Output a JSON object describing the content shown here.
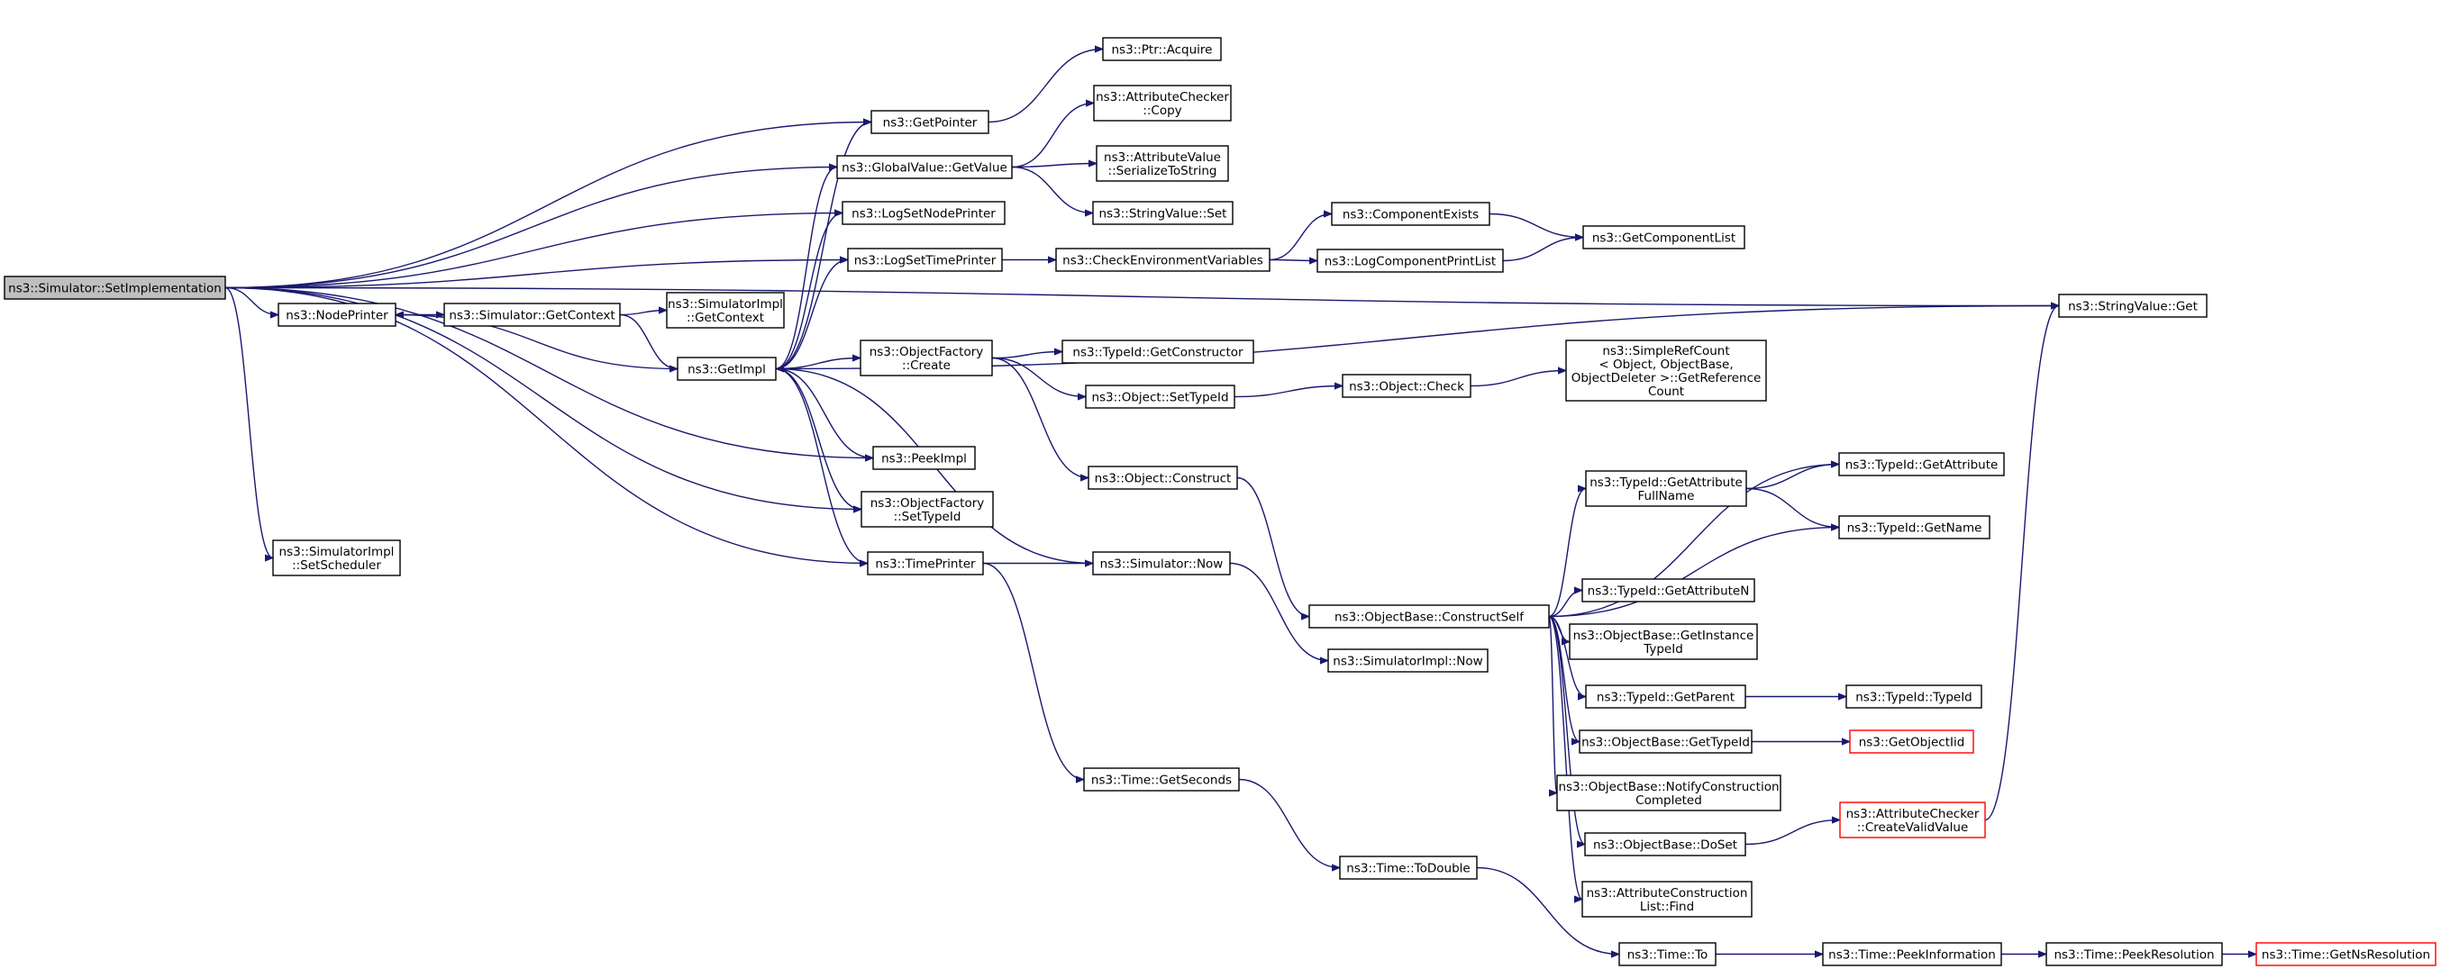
{
  "diagram": {
    "type": "call-graph",
    "colors": {
      "edge": "#191970",
      "root_fill": "#bfbfbf",
      "node_border": "#000000",
      "truncated_border": "#ff0000",
      "node_fill": "#ffffff"
    },
    "nodes": [
      {
        "id": "root",
        "lines": [
          "ns3::Simulator::SetImplementation"
        ],
        "style": "root"
      },
      {
        "id": "getpointer",
        "lines": [
          "ns3::GetPointer"
        ]
      },
      {
        "id": "ptracquire",
        "lines": [
          "ns3::Ptr::Acquire"
        ]
      },
      {
        "id": "globalvalue",
        "lines": [
          "ns3::GlobalValue::GetValue"
        ]
      },
      {
        "id": "attrcheckcopy",
        "lines": [
          "ns3::AttributeChecker",
          "::Copy"
        ]
      },
      {
        "id": "attrvalser",
        "lines": [
          "ns3::AttributeValue",
          "::SerializeToString"
        ]
      },
      {
        "id": "stringvalueset",
        "lines": [
          "ns3::StringValue::Set"
        ]
      },
      {
        "id": "lognodeprinter",
        "lines": [
          "ns3::LogSetNodePrinter"
        ]
      },
      {
        "id": "logtimeprinter",
        "lines": [
          "ns3::LogSetTimePrinter"
        ]
      },
      {
        "id": "checkenv",
        "lines": [
          "ns3::CheckEnvironmentVariables"
        ]
      },
      {
        "id": "compexists",
        "lines": [
          "ns3::ComponentExists"
        ]
      },
      {
        "id": "logcompprint",
        "lines": [
          "ns3::LogComponentPrintList"
        ]
      },
      {
        "id": "getcomplist",
        "lines": [
          "ns3::GetComponentList"
        ]
      },
      {
        "id": "stringvalueget",
        "lines": [
          "ns3::StringValue::Get"
        ]
      },
      {
        "id": "nodeprinter",
        "lines": [
          "ns3::NodePrinter"
        ]
      },
      {
        "id": "simgetcontext",
        "lines": [
          "ns3::Simulator::GetContext"
        ]
      },
      {
        "id": "simimplgetcontext",
        "lines": [
          "ns3::SimulatorImpl",
          "::GetContext"
        ]
      },
      {
        "id": "getimpl",
        "lines": [
          "ns3::GetImpl"
        ]
      },
      {
        "id": "objfactorycreate",
        "lines": [
          "ns3::ObjectFactory",
          "::Create"
        ]
      },
      {
        "id": "typeidgetconstructor",
        "lines": [
          "ns3::TypeId::GetConstructor"
        ]
      },
      {
        "id": "objectsettypeid",
        "lines": [
          "ns3::Object::SetTypeId"
        ]
      },
      {
        "id": "objectcheck",
        "lines": [
          "ns3::Object::Check"
        ]
      },
      {
        "id": "simplerefcount",
        "lines": [
          "ns3::SimpleRefCount",
          "< Object, ObjectBase,",
          " ObjectDeleter >::GetReference",
          "Count"
        ]
      },
      {
        "id": "objectconstruct",
        "lines": [
          "ns3::Object::Construct"
        ]
      },
      {
        "id": "peekimpl",
        "lines": [
          "ns3::PeekImpl"
        ]
      },
      {
        "id": "objfactorysettypeid",
        "lines": [
          "ns3::ObjectFactory",
          "::SetTypeId"
        ]
      },
      {
        "id": "simimplsetscheduler",
        "lines": [
          "ns3::SimulatorImpl",
          "::SetScheduler"
        ]
      },
      {
        "id": "timeprinter",
        "lines": [
          "ns3::TimePrinter"
        ]
      },
      {
        "id": "simnow",
        "lines": [
          "ns3::Simulator::Now"
        ]
      },
      {
        "id": "simimplnow",
        "lines": [
          "ns3::SimulatorImpl::Now"
        ]
      },
      {
        "id": "objbaseconstructself",
        "lines": [
          "ns3::ObjectBase::ConstructSelf"
        ]
      },
      {
        "id": "typeidgetattrfullname",
        "lines": [
          "ns3::TypeId::GetAttribute",
          "FullName"
        ]
      },
      {
        "id": "typeidgetattribute",
        "lines": [
          "ns3::TypeId::GetAttribute"
        ]
      },
      {
        "id": "typeidgetname",
        "lines": [
          "ns3::TypeId::GetName"
        ]
      },
      {
        "id": "typeidgetattrn",
        "lines": [
          "ns3::TypeId::GetAttributeN"
        ]
      },
      {
        "id": "objbasegetinstance",
        "lines": [
          "ns3::ObjectBase::GetInstance",
          "TypeId"
        ]
      },
      {
        "id": "typeidgetparent",
        "lines": [
          "ns3::TypeId::GetParent"
        ]
      },
      {
        "id": "typeidtypeid",
        "lines": [
          "ns3::TypeId::TypeId"
        ]
      },
      {
        "id": "objbasegettypeid",
        "lines": [
          "ns3::ObjectBase::GetTypeId"
        ]
      },
      {
        "id": "getobjectiid",
        "lines": [
          "ns3::GetObjectIid"
        ],
        "style": "truncated"
      },
      {
        "id": "objbasenotify",
        "lines": [
          "ns3::ObjectBase::NotifyConstruction",
          "Completed"
        ]
      },
      {
        "id": "objbasedoset",
        "lines": [
          "ns3::ObjectBase::DoSet"
        ]
      },
      {
        "id": "attrcheckcreate",
        "lines": [
          "ns3::AttributeChecker",
          "::CreateValidValue"
        ],
        "style": "truncated"
      },
      {
        "id": "attrconstructfind",
        "lines": [
          "ns3::AttributeConstruction",
          "List::Find"
        ]
      },
      {
        "id": "timegetseconds",
        "lines": [
          "ns3::Time::GetSeconds"
        ]
      },
      {
        "id": "timetodouble",
        "lines": [
          "ns3::Time::ToDouble"
        ]
      },
      {
        "id": "timeto",
        "lines": [
          "ns3::Time::To"
        ]
      },
      {
        "id": "timepeekinfo",
        "lines": [
          "ns3::Time::PeekInformation"
        ]
      },
      {
        "id": "timepeekres",
        "lines": [
          "ns3::Time::PeekResolution"
        ]
      },
      {
        "id": "timegetnsres",
        "lines": [
          "ns3::Time::GetNsResolution"
        ],
        "style": "truncated"
      }
    ],
    "edges": [
      [
        "root",
        "getpointer"
      ],
      [
        "root",
        "globalvalue"
      ],
      [
        "root",
        "lognodeprinter"
      ],
      [
        "root",
        "logtimeprinter"
      ],
      [
        "root",
        "stringvalueget"
      ],
      [
        "root",
        "nodeprinter"
      ],
      [
        "root",
        "peekimpl"
      ],
      [
        "root",
        "objfactorysettypeid"
      ],
      [
        "root",
        "simimplsetscheduler"
      ],
      [
        "root",
        "timeprinter"
      ],
      [
        "getpointer",
        "ptracquire"
      ],
      [
        "globalvalue",
        "attrcheckcopy"
      ],
      [
        "globalvalue",
        "attrvalser"
      ],
      [
        "globalvalue",
        "stringvalueset"
      ],
      [
        "logtimeprinter",
        "checkenv"
      ],
      [
        "checkenv",
        "compexists"
      ],
      [
        "checkenv",
        "logcompprint"
      ],
      [
        "compexists",
        "getcomplist"
      ],
      [
        "logcompprint",
        "getcomplist"
      ],
      [
        "nodeprinter",
        "simgetcontext"
      ],
      [
        "simgetcontext",
        "simimplgetcontext"
      ],
      [
        "simgetcontext",
        "getimpl"
      ],
      [
        "getimpl",
        "getpointer"
      ],
      [
        "getimpl",
        "globalvalue"
      ],
      [
        "getimpl",
        "lognodeprinter"
      ],
      [
        "getimpl",
        "logtimeprinter"
      ],
      [
        "getimpl",
        "stringvalueget"
      ],
      [
        "getimpl",
        "nodeprinter"
      ],
      [
        "getimpl",
        "objfactorycreate"
      ],
      [
        "getimpl",
        "peekimpl"
      ],
      [
        "getimpl",
        "objfactorysettypeid"
      ],
      [
        "getimpl",
        "timeprinter"
      ],
      [
        "objfactorycreate",
        "typeidgetconstructor"
      ],
      [
        "objfactorycreate",
        "objectsettypeid"
      ],
      [
        "objfactorycreate",
        "objectconstruct"
      ],
      [
        "objectsettypeid",
        "objectcheck"
      ],
      [
        "objectcheck",
        "simplerefcount"
      ],
      [
        "objectconstruct",
        "objbaseconstructself"
      ],
      [
        "timeprinter",
        "simnow"
      ],
      [
        "timeprinter",
        "timegetseconds"
      ],
      [
        "simnow",
        "getimpl"
      ],
      [
        "simnow",
        "simimplnow"
      ],
      [
        "objbaseconstructself",
        "typeidgetattribute"
      ],
      [
        "objbaseconstructself",
        "typeidgetattrfullname"
      ],
      [
        "objbaseconstructself",
        "typeidgetname"
      ],
      [
        "objbaseconstructself",
        "typeidgetattrn"
      ],
      [
        "objbaseconstructself",
        "objbasegetinstance"
      ],
      [
        "objbaseconstructself",
        "typeidgetparent"
      ],
      [
        "objbaseconstructself",
        "objbasegettypeid"
      ],
      [
        "objbaseconstructself",
        "objbasenotify"
      ],
      [
        "objbaseconstructself",
        "objbasedoset"
      ],
      [
        "objbaseconstructself",
        "attrconstructfind"
      ],
      [
        "typeidgetattrfullname",
        "typeidgetattribute"
      ],
      [
        "typeidgetattrfullname",
        "typeidgetname"
      ],
      [
        "typeidgetparent",
        "typeidtypeid"
      ],
      [
        "objbasegettypeid",
        "getobjectiid"
      ],
      [
        "objbasedoset",
        "attrcheckcreate"
      ],
      [
        "attrcheckcreate",
        "stringvalueget"
      ],
      [
        "timegetseconds",
        "timetodouble"
      ],
      [
        "timetodouble",
        "timeto"
      ],
      [
        "timeto",
        "timepeekinfo"
      ],
      [
        "timepeekinfo",
        "timepeekres"
      ],
      [
        "timepeekres",
        "timegetnsres"
      ]
    ]
  }
}
